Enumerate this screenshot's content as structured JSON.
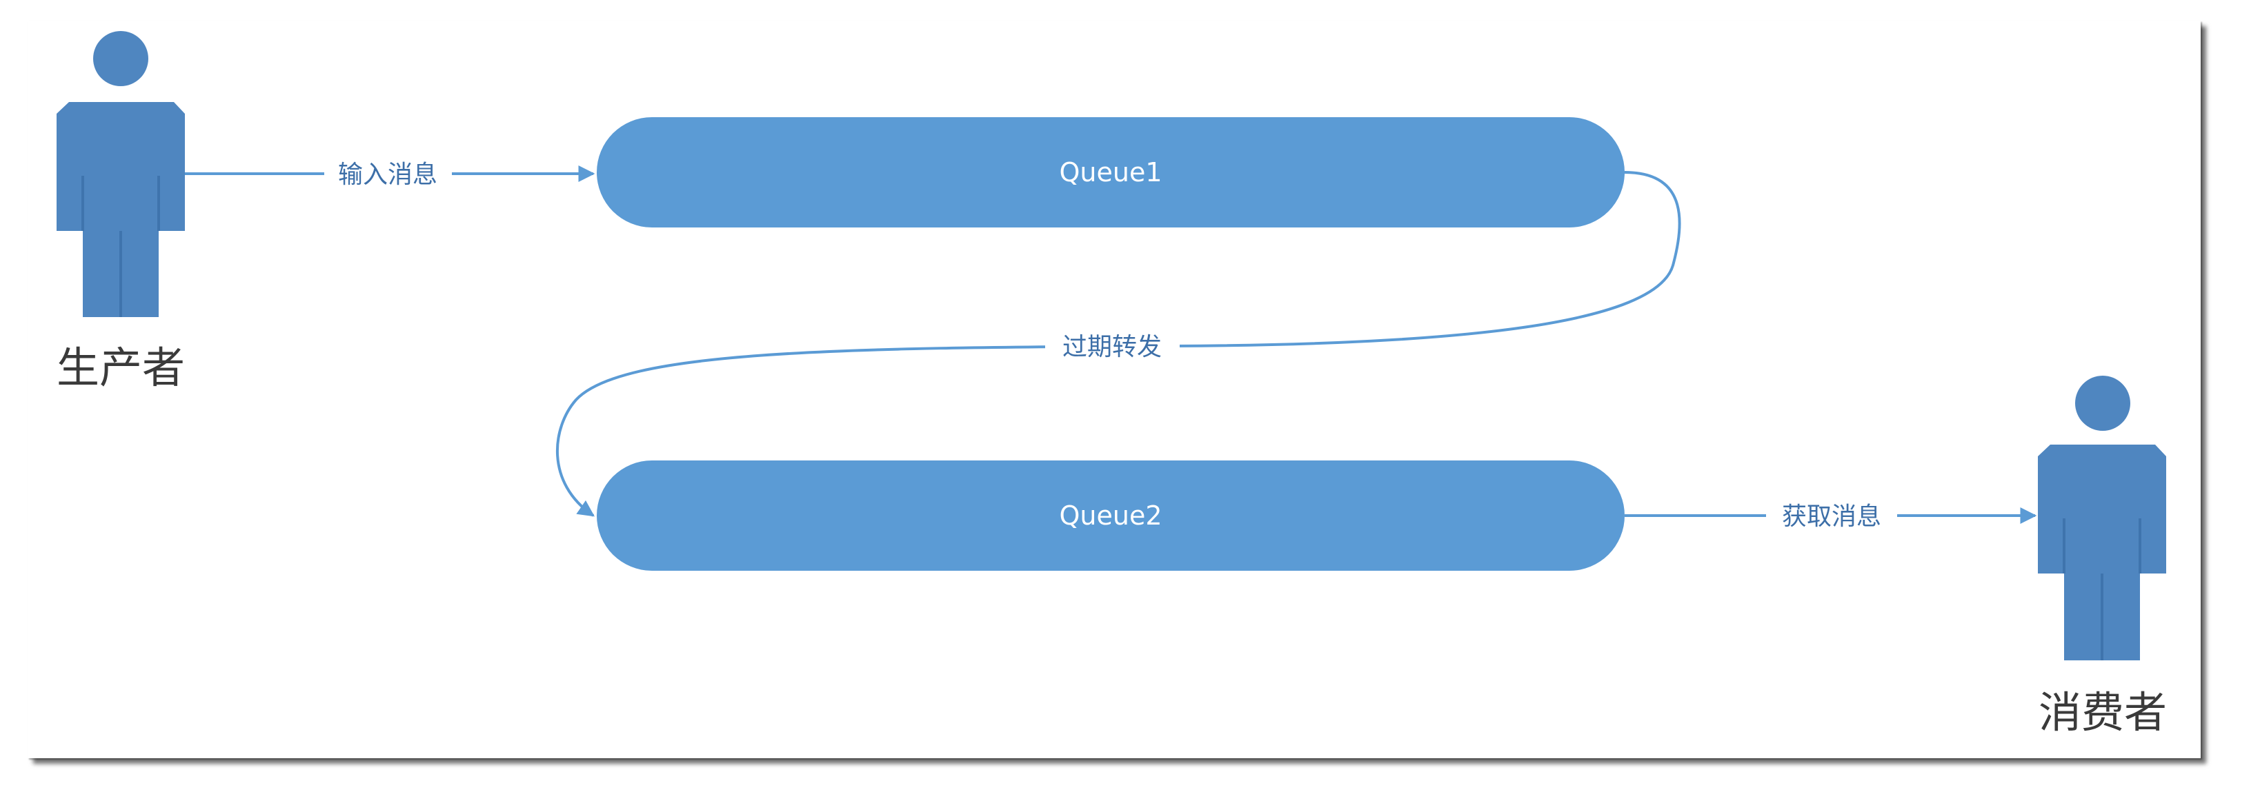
{
  "colors": {
    "node_fill": "#5b9bd5",
    "edge_stroke": "#5b9bd5",
    "edge_label": "#3d6fa8",
    "actor_fill": "#4f86c0",
    "actor_label": "#3a3a3a",
    "background": "#ffffff"
  },
  "actors": {
    "producer": {
      "label": "生产者",
      "icon": "person-icon"
    },
    "consumer": {
      "label": "消费者",
      "icon": "person-icon"
    }
  },
  "queues": {
    "queue1": {
      "label": "Queue1"
    },
    "queue2": {
      "label": "Queue2"
    }
  },
  "edges": {
    "input": {
      "label": "输入消息",
      "from": "生产者",
      "to": "Queue1"
    },
    "expire": {
      "label": "过期转发",
      "from": "Queue1",
      "to": "Queue2"
    },
    "fetch": {
      "label": "获取消息",
      "from": "Queue2",
      "to": "消费者"
    }
  }
}
